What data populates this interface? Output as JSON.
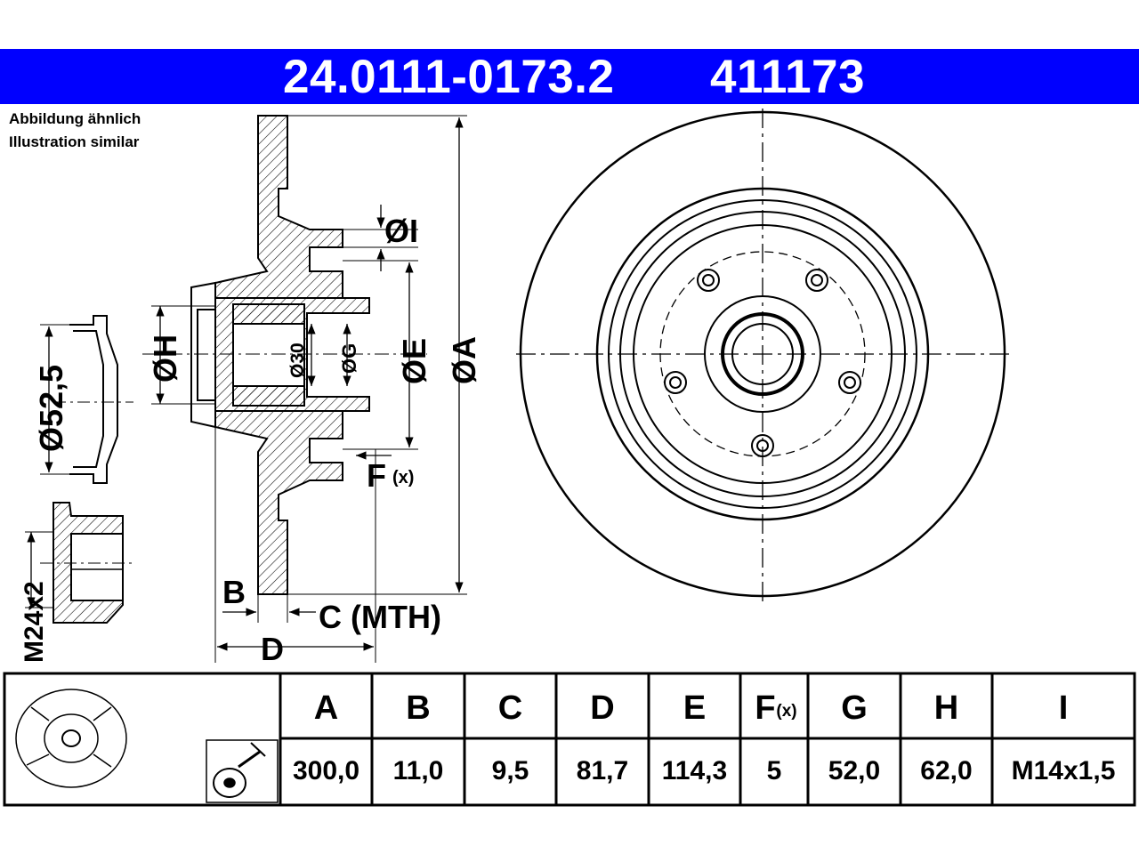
{
  "header": {
    "part_number": "24.0111-0173.2",
    "code": "411173"
  },
  "notes": {
    "line1": "Abbildung ähnlich",
    "line2": "Illustration similar"
  },
  "diagram_labels": {
    "phi_i": "ØI",
    "phi_e": "ØE",
    "phi_a": "ØA",
    "phi_h": "ØH",
    "phi_g": "ØG",
    "phi_30": "Ø30",
    "phi_52": "Ø52,5",
    "f": "F",
    "f_x": "(x)",
    "b": "B",
    "c": "C (MTH)",
    "d": "D",
    "nut": "M24x2"
  },
  "table": {
    "headers": [
      {
        "main": "A"
      },
      {
        "main": "B"
      },
      {
        "main": "C"
      },
      {
        "main": "D"
      },
      {
        "main": "E"
      },
      {
        "main": "F",
        "sub": "(x)"
      },
      {
        "main": "G"
      },
      {
        "main": "H"
      },
      {
        "main": "I"
      }
    ],
    "values": [
      "300,0",
      "11,0",
      "9,5",
      "81,7",
      "114,3",
      "5",
      "52,0",
      "62,0",
      "M14x1,5"
    ]
  },
  "colors": {
    "header_bg": "#0000ff",
    "header_text": "#ffffff",
    "line": "#000000"
  }
}
